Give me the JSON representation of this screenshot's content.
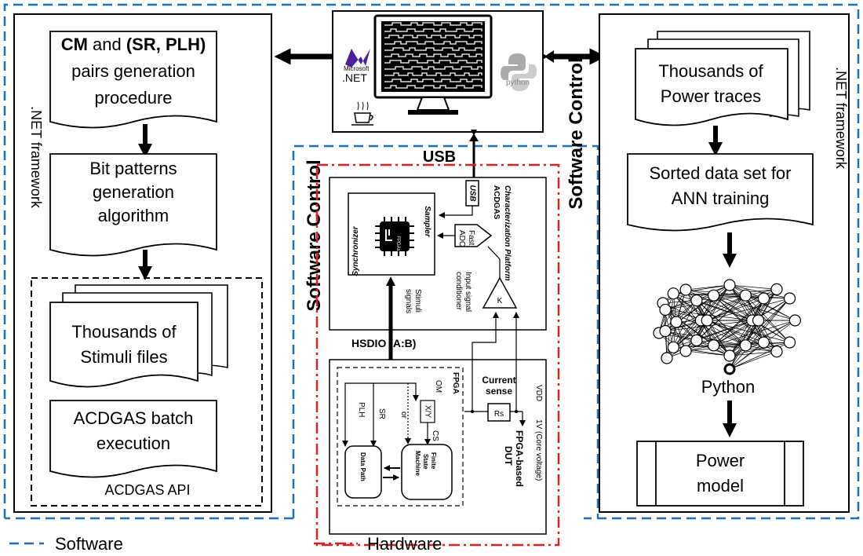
{
  "left_panel": {
    "step1": {
      "cm": "CM",
      "and": " and ",
      "srplh": "(SR, PLH)",
      "line2": "pairs generation",
      "line3": "procedure"
    },
    "step2": {
      "line1": "Bit patterns",
      "line2": "generation",
      "line3": "algorithm"
    },
    "stimuli": {
      "line1": "Thousands of",
      "line2": "Stimuli files"
    },
    "batch": {
      "line1": "ACDGAS batch",
      "line2": "execution"
    },
    "api_label": "ACDGAS API",
    "framework_label": ".NET framework"
  },
  "computer": {
    "dotnet_small": "Microsoft",
    "dotnet_label": ".NET",
    "python_label": "python"
  },
  "center": {
    "software_control_left": "Software Control",
    "software_control_right": "Software Control",
    "usb_label": "USB",
    "usb_chip": "USB",
    "platform_title1": "ACDGAS",
    "platform_title2": "Characterization Platform",
    "sampler": "Sampler",
    "synchronizer": "Synchronizer",
    "fpga_chip": "FPGAs",
    "fast_adc1": "Fast",
    "fast_adc2": "ADC",
    "input_cond1": "Input signal",
    "input_cond2": "conditioner",
    "amp_k": "K",
    "stimuli1": "Stimuli",
    "stimuli2": "signals",
    "hsdio": "HSDIO (A:B)",
    "current_sense1": "Current",
    "current_sense2": "sense",
    "rs": "Rs",
    "vdd": "VDD",
    "core_voltage": "1V (Core voltage)",
    "fpga_label": "FPGA",
    "om": "OM",
    "xy": "X/Y",
    "or": "or",
    "plh": "PLH",
    "sr": "SR",
    "cs": "CS",
    "data_path": "Data Path",
    "fsm1": "Finite",
    "fsm2": "State",
    "fsm3": "Machine",
    "dut1": "FPGA-based",
    "dut2": "DUT"
  },
  "right_panel": {
    "traces": {
      "line1": "Thousands of",
      "line2": "Power traces"
    },
    "sorted": {
      "line1": "Sorted data set for",
      "line2": "ANN training"
    },
    "python_label": "Python",
    "model": {
      "line1": "Power",
      "line2": "model"
    },
    "framework_label": ".NET framework"
  },
  "legend": {
    "software": "Software",
    "hardware": "Hardware"
  },
  "colors": {
    "software": "#1f6fb5",
    "hardware": "#e02020"
  },
  "nn_layers": [
    4,
    9,
    8,
    8,
    1
  ]
}
